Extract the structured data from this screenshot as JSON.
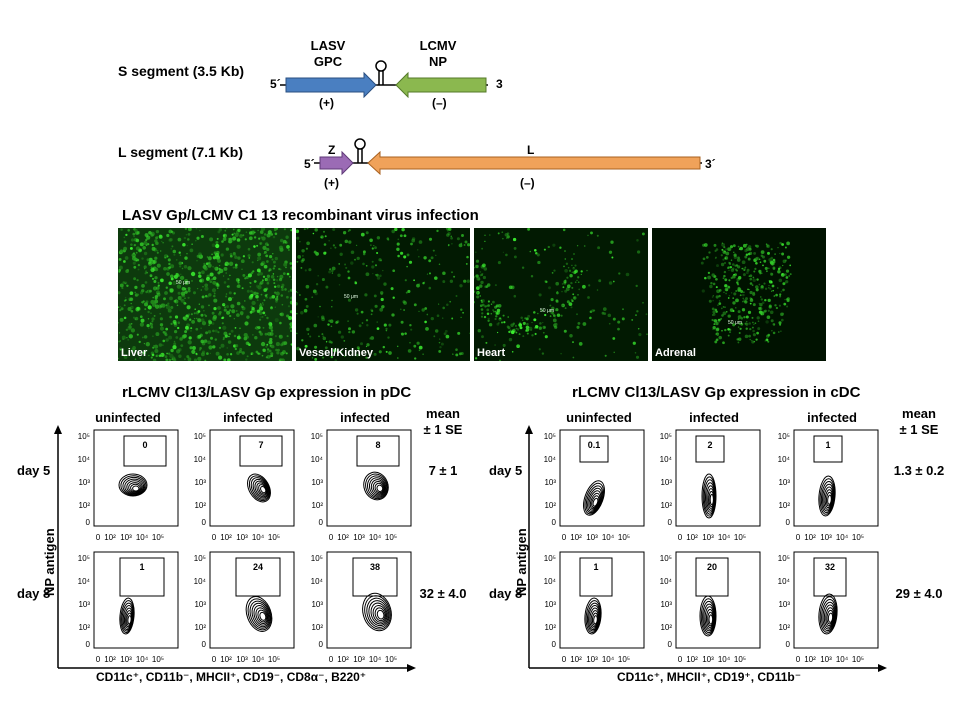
{
  "segments": {
    "s_label": "S segment (3.5 Kb)",
    "l_label": "L segment (7.1 Kb)",
    "s_genes": {
      "lasv": "LASV",
      "gpc": "GPC",
      "lcmv": "LCMV",
      "np": "NP"
    },
    "s_ends": {
      "five": "5´",
      "three": "3"
    },
    "s_polarity": {
      "plus": "(+)",
      "minus": "(–)"
    },
    "l_genes": {
      "z": "Z",
      "l": "L"
    },
    "l_ends": {
      "five": "5´",
      "three": "3´"
    },
    "l_polarity": {
      "plus": "(+)",
      "minus": "(–)"
    },
    "colors": {
      "gpc": "#4a7fc1",
      "np": "#8bb84f",
      "z": "#9b6bb5",
      "l": "#f0a25a"
    }
  },
  "microscopy": {
    "title": "LASV Gp/LCMV C1 13 recombinant virus infection",
    "panels": [
      {
        "label": "Liver",
        "scale": "50 μm"
      },
      {
        "label": "Vessel/Kidney",
        "scale": "50 μm"
      },
      {
        "label": "Heart",
        "scale": "50 μm"
      },
      {
        "label": "Adrenal",
        "scale": "50 μm"
      }
    ]
  },
  "flow": {
    "pdc": {
      "title": "rLCMV Cl13/LASV Gp expression in pDC",
      "columns": [
        "uninfected",
        "infected",
        "infected"
      ],
      "mean_header": [
        "mean",
        "± 1 SE"
      ],
      "rows": [
        {
          "label": "day 5",
          "gates": [
            "0",
            "7",
            "8"
          ],
          "mean": "7 ± 1"
        },
        {
          "label": "day 8",
          "gates": [
            "1",
            "24",
            "38"
          ],
          "mean": "32 ± 4.0"
        }
      ],
      "ylabel": "NP antigen",
      "xlabel": "CD11c⁺, CD11b⁻, MHCII⁺, CD19⁻, CD8α⁻, B220⁺"
    },
    "cdc": {
      "title": "rLCMV Cl13/LASV Gp expression in cDC",
      "columns": [
        "uninfected",
        "infected",
        "infected"
      ],
      "mean_header": [
        "mean",
        "± 1 SE"
      ],
      "rows": [
        {
          "label": "day 5",
          "gates": [
            "0.1",
            "2",
            "1"
          ],
          "mean": "1.3 ± 0.2"
        },
        {
          "label": "day 8",
          "gates": [
            "1",
            "20",
            "32"
          ],
          "mean": "29 ± 4.0"
        }
      ],
      "ylabel": "NP antigen",
      "xlabel": "CD11c⁺, MHCII⁺, CD19⁺, CD11b⁻"
    },
    "axis_ticks": {
      "y": [
        "10⁵",
        "10⁴",
        "10³",
        "10²",
        "0"
      ],
      "x": [
        "0",
        "10²",
        "10³",
        "10⁴",
        "10⁵"
      ]
    }
  }
}
